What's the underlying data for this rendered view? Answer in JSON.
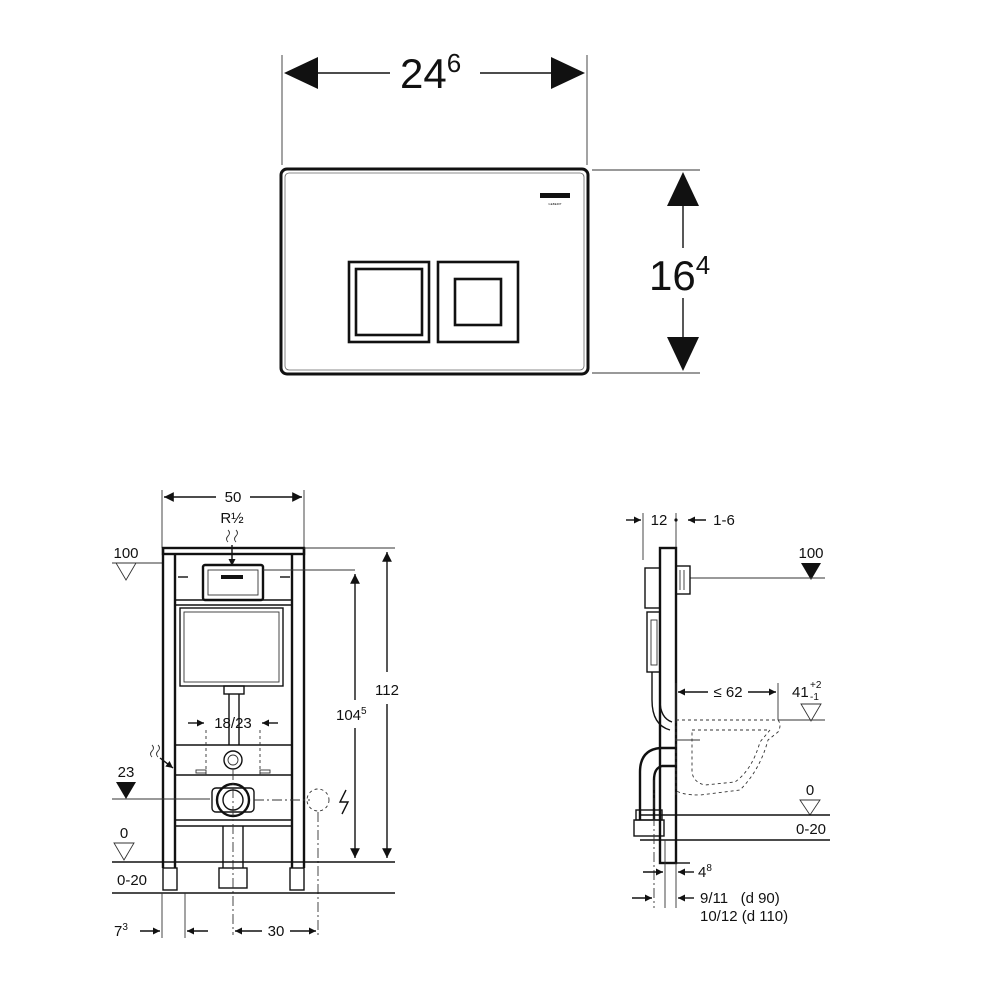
{
  "plate": {
    "width_main": "24",
    "width_sup": "6",
    "height_main": "16",
    "height_sup": "4",
    "logo_text": "GEBERIT"
  },
  "front": {
    "width": "50",
    "connection": "R½",
    "level_top": "100",
    "level_inlet": "23",
    "level_floor": "0",
    "floor_range": "0-20",
    "height_total": "112",
    "height_inner_main": "104",
    "height_inner_sup": "5",
    "bolt_spacing": "18/23",
    "offset_main": "7",
    "offset_sup": "3",
    "offset_drain": "30"
  },
  "side": {
    "depth_frame": "12",
    "depth_adjust": "1-6",
    "level_top": "100",
    "bowl_projection": "≤ 62",
    "bowl_height_main": "41",
    "bowl_tol_plus": "+2",
    "bowl_tol_minus": "-1",
    "level_floor": "0",
    "floor_range": "0-20",
    "pipe_gap_main": "4",
    "pipe_gap_sup": "8",
    "pipe_offset_d90": "9/11   (d 90)",
    "pipe_offset_d110": "10/12 (d 110)"
  }
}
